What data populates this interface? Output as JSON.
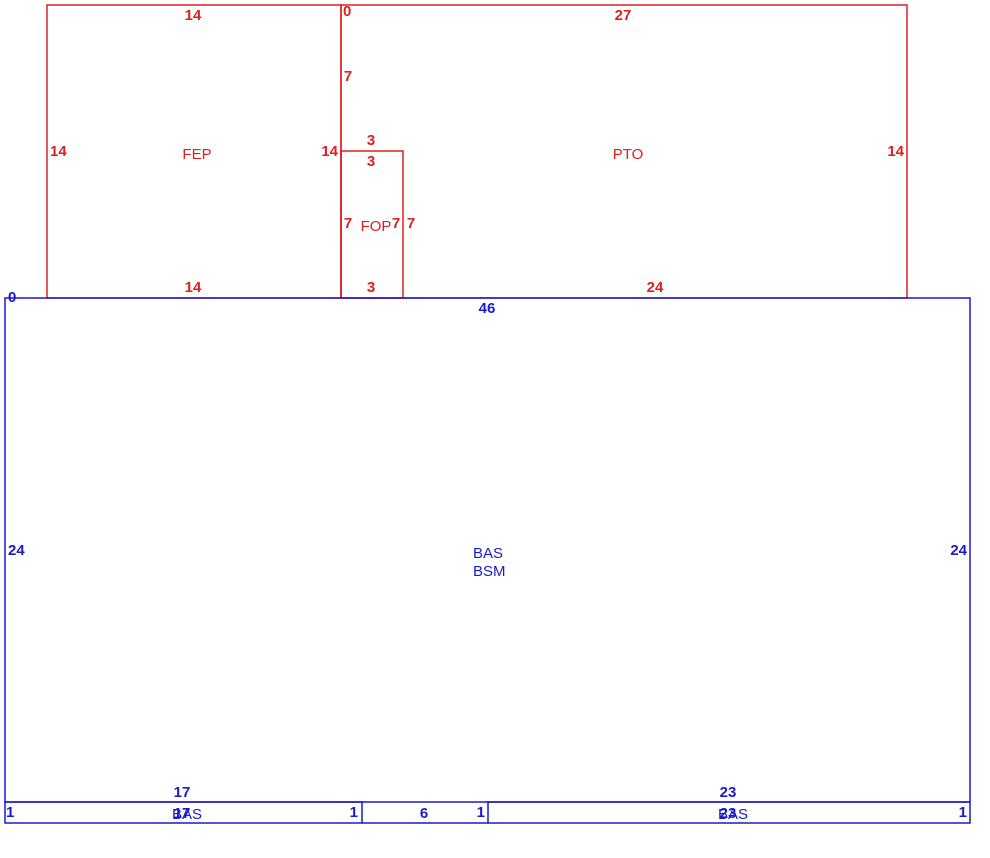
{
  "colors": {
    "upper": "#e01e1e",
    "lower": "#1a1ac8",
    "background": "#ffffff"
  },
  "upper_floor": {
    "FEP": {
      "name": "FEP",
      "top": "14",
      "left": "14",
      "right": "14",
      "bottom": "14"
    },
    "PTO": {
      "name": "PTO",
      "top": "27",
      "right": "14",
      "bottom": "24",
      "origin": "0"
    },
    "FOP": {
      "name": "FOP",
      "top_outer": "3",
      "top_inner": "3",
      "left": "7",
      "right_inner": "7",
      "right_outer": "7",
      "bottom": "3",
      "upper_left": "7"
    }
  },
  "lower_floor": {
    "main": {
      "name": "BAS",
      "name2": "BSM",
      "origin": "0",
      "top": "46",
      "left": "24",
      "right": "24"
    },
    "left_strip": {
      "name": "BAS",
      "top": "17",
      "bottom": "17",
      "left": "1",
      "right": "1"
    },
    "right_strip": {
      "name": "BAS",
      "top": "23",
      "bottom": "23",
      "left": "1",
      "right": "1"
    },
    "gap": "6"
  }
}
